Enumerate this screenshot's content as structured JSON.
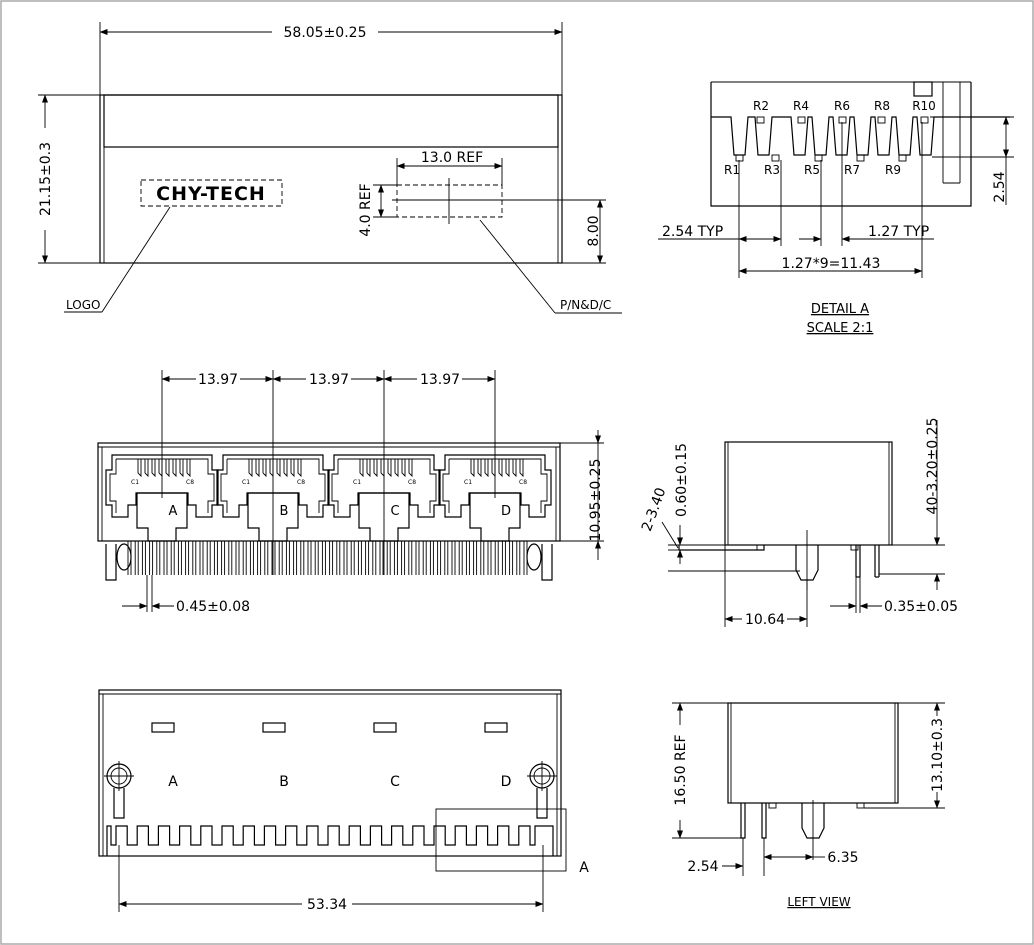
{
  "top_view": {
    "dim_width": "58.05±0.25",
    "dim_height": "21.15±0.3",
    "dim_label_w": "13.0 REF",
    "dim_label_h": "4.0 REF",
    "dim_depth": "8.00",
    "logo_text": "CHY-TECH",
    "callout_logo": "LOGO",
    "callout_pn": "P/N&D/C"
  },
  "detail_a": {
    "pins_top": [
      "R2",
      "R4",
      "R6",
      "R8",
      "R10"
    ],
    "pins_bottom": [
      "R1",
      "R3",
      "R5",
      "R7",
      "R9"
    ],
    "dim_pitch_left": "2.54 TYP",
    "dim_pitch_right": "1.27 TYP",
    "dim_span": "1.27*9=11.43",
    "dim_row": "2.54",
    "title": "DETAIL A",
    "scale": "SCALE 2:1"
  },
  "front_view": {
    "dim_port_pitch": [
      "13.97",
      "13.97",
      "13.97"
    ],
    "dim_height": "10.95±0.25",
    "dim_pin": "0.45±0.08",
    "port_labels": [
      "A",
      "B",
      "C",
      "D"
    ],
    "contact_left": "C1",
    "contact_right": "C8"
  },
  "side_view": {
    "dim_holes": "2-3.40",
    "dim_standoff": "0.60±0.15",
    "dim_pins": "40-3.20±0.25",
    "dim_offset": "10.64",
    "dim_pin_w": "0.35±0.05"
  },
  "bottom_view": {
    "port_labels": [
      "A",
      "B",
      "C",
      "D"
    ],
    "dim_span": "53.34",
    "detail_ref": "A"
  },
  "left_view": {
    "dim_ref_height": "16.50 REF",
    "dim_height": "13.10±0.3",
    "dim_a": "2.54",
    "dim_b": "6.35",
    "title": "LEFT VIEW"
  }
}
